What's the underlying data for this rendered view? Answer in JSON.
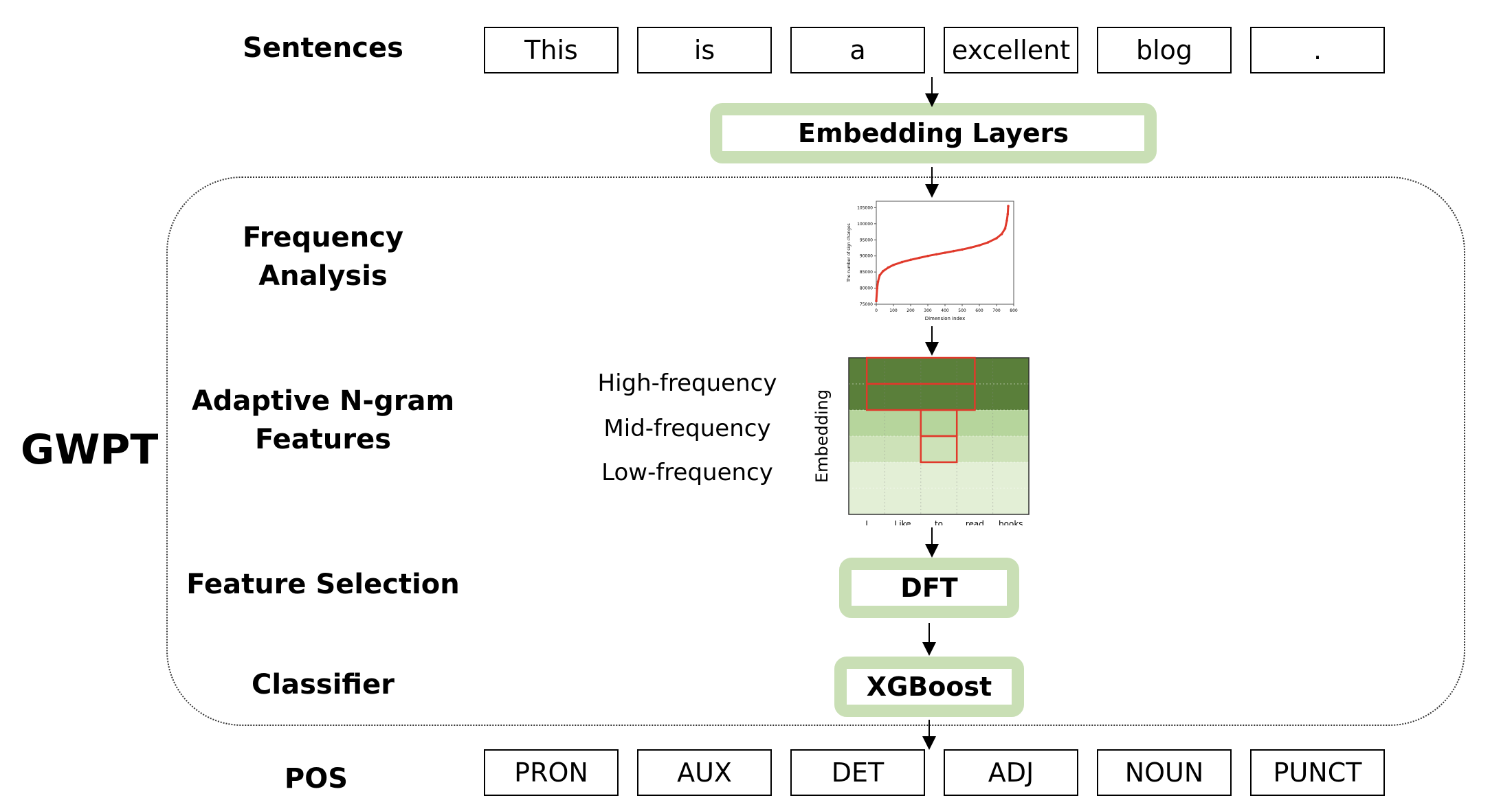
{
  "title": "GWPT",
  "labels": {
    "sentences": "Sentences",
    "frequency_analysis_1": "Frequency",
    "frequency_analysis_2": "Analysis",
    "adaptive_1": "Adaptive N-gram",
    "adaptive_2": "Features",
    "feature_selection": "Feature Selection",
    "classifier": "Classifier",
    "pos": "POS"
  },
  "tokens": [
    "This",
    "is",
    "a",
    "excellent",
    "blog",
    "."
  ],
  "pos_tags": [
    "PRON",
    "AUX",
    "DET",
    "ADJ",
    "NOUN",
    "PUNCT"
  ],
  "modules": {
    "embedding": "Embedding Layers",
    "dft": "DFT",
    "xgboost": "XGBoost"
  },
  "frequency_bands": {
    "high": "High-frequency",
    "mid": "Mid-frequency",
    "low": "Low-frequency"
  },
  "heatmap": {
    "ylabel": "Embedding",
    "words": [
      "I",
      "Like",
      "to",
      "read",
      "books"
    ],
    "colors": {
      "high": "#5a7f3a",
      "mid": "#b6d59c",
      "mid2": "#cde2b8",
      "low": "#e3efd6",
      "highlight": "#e0392b"
    }
  },
  "chart_data": {
    "type": "line",
    "title": "",
    "xlabel": "Dimension index",
    "ylabel": "The number of sign changes",
    "xlim": [
      0,
      800
    ],
    "ylim": [
      75000,
      107000
    ],
    "xticks": [
      0,
      100,
      200,
      300,
      400,
      500,
      600,
      700,
      800
    ],
    "yticks": [
      75000,
      80000,
      85000,
      90000,
      95000,
      100000,
      105000
    ],
    "color": "#e0392b",
    "series": [
      {
        "x": [
          0,
          5,
          10,
          20,
          40,
          70,
          100,
          150,
          200,
          250,
          300,
          350,
          400,
          450,
          500,
          550,
          600,
          650,
          700,
          730,
          750,
          760,
          765,
          768
        ],
        "y": [
          76000,
          80000,
          82000,
          84000,
          85300,
          86400,
          87200,
          88100,
          88800,
          89400,
          90000,
          90500,
          91000,
          91500,
          92000,
          92600,
          93300,
          94200,
          95500,
          96800,
          98500,
          101000,
          103000,
          105500
        ]
      }
    ]
  }
}
